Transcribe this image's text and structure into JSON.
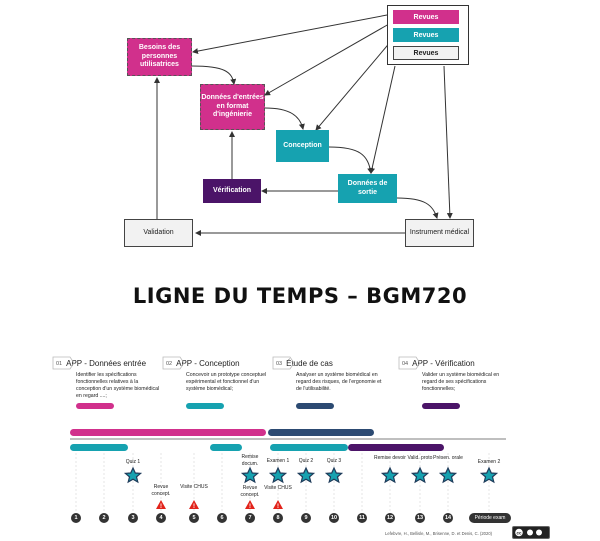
{
  "legend": {
    "items": [
      "Revues",
      "Revues",
      "Revues"
    ]
  },
  "diagram": {
    "besoins": "Besoins des personnes utilisatrices",
    "donnees_entree": "Données d'entrées en format d'ingénierie",
    "conception": "Conception",
    "donnees_sortie": "Données de sortie",
    "verification": "Vérification",
    "validation": "Validation",
    "instrument": "Instrument médical"
  },
  "timeline": {
    "title": "LIGNE DU TEMPS – BGM720",
    "phases": [
      {
        "num": "01",
        "title": "APP - Données entrée",
        "desc": "Identifier les spécifications fonctionnelles relatives à la conception d'un système biomédical en regard ....;"
      },
      {
        "num": "02",
        "title": "APP - Conception",
        "desc": "Concevoir un prototype conceptuel expérimental et fonctionnel d'un système biomédical;"
      },
      {
        "num": "03",
        "title": "Étude de cas",
        "desc": "Analyser un système biomédical en regard des risques, de l'ergonomie et de l'utilisabilité."
      },
      {
        "num": "04",
        "title": "APP - Vérification",
        "desc": "Valider un système biomédical en regard de ses spécifications fonctionnelles;"
      }
    ],
    "events": [
      {
        "label": "Quiz 1",
        "week": 3,
        "kind": "star",
        "pos": "above"
      },
      {
        "label": "Revue concept.",
        "week": 4,
        "kind": "warn",
        "pos": "above"
      },
      {
        "label": "Visite CHUS",
        "week": 5,
        "kind": "warn",
        "pos": "above"
      },
      {
        "label": "Remise docum.",
        "week": 7,
        "kind": "star",
        "pos": "top"
      },
      {
        "label": "Revue concept.",
        "week": 7,
        "kind": "warn",
        "pos": "above"
      },
      {
        "label": "Examen 1",
        "week": 8,
        "kind": "star",
        "pos": "top"
      },
      {
        "label": "Visite CHUS",
        "week": 8,
        "kind": "warn",
        "pos": "above"
      },
      {
        "label": "Quiz 2",
        "week": 9,
        "kind": "star",
        "pos": "top"
      },
      {
        "label": "Quiz 3",
        "week": 10,
        "kind": "star",
        "pos": "top"
      },
      {
        "label": "Remise devoir",
        "week": 12,
        "kind": "star",
        "pos": "top"
      },
      {
        "label": "Valid. proto",
        "week": 13,
        "kind": "star",
        "pos": "top"
      },
      {
        "label": "Présen. orale",
        "week": 14,
        "kind": "star",
        "pos": "top"
      },
      {
        "label": "Examen 2",
        "week": 15.5,
        "kind": "star",
        "pos": "top"
      }
    ],
    "weeks": [
      "1",
      "2",
      "3",
      "4",
      "5",
      "6",
      "7",
      "8",
      "9",
      "10",
      "11",
      "12",
      "13",
      "14"
    ],
    "exam_period": "Période exam",
    "citation": "Lefebvre, H., Bellisle, M., Brisenne, D. et Denis, C. (2020)",
    "cc": "cc by sa"
  },
  "colors": {
    "pink": "#d1308c",
    "teal": "#16a2b0",
    "purple": "#4b1468",
    "navy": "#2c4a72"
  }
}
